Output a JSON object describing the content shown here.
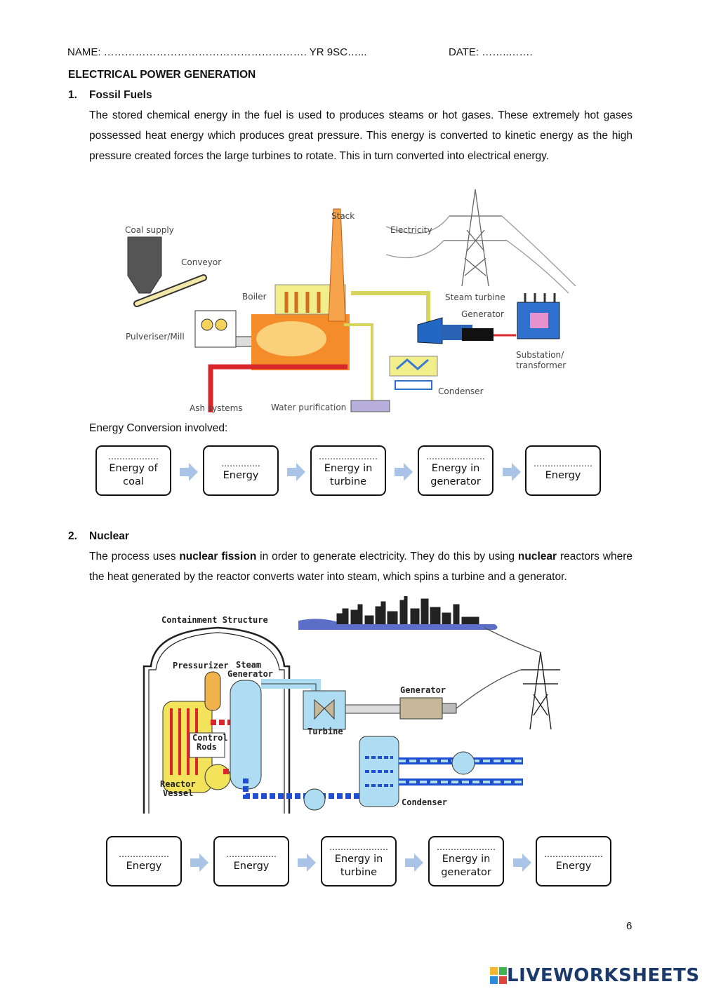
{
  "header": {
    "name": "NAME: …………………………………………………. YR 9SC…...",
    "date": "DATE: ……..……."
  },
  "title": "ELECTRICAL POWER GENERATION",
  "section1": {
    "number": "1.",
    "heading": "Fossil Fuels",
    "text": "The stored chemical energy in the fuel is used to produces steams or hot gases. These extremely hot gases possessed heat energy which produces great pressure. This energy is converted to kinetic energy as the high pressure created forces the large turbines to rotate. This in turn converted into electrical energy.",
    "diagram_labels": {
      "coal_supply": "Coal supply",
      "conveyor": "Conveyor",
      "stack": "Stack",
      "electricity": "Electricity",
      "boiler": "Boiler",
      "steam_turbine": "Steam turbine",
      "generator": "Generator",
      "pulveriser": "Pulveriser/Mill",
      "substation": "Substation/",
      "transformer": "transformer",
      "condenser": "Condenser",
      "ash_systems": "Ash systems",
      "water_purification": "Water purification"
    },
    "conversion_label": "Energy Conversion involved:",
    "boxes": [
      {
        "dots": "………………",
        "line1": "Energy of",
        "line2": "coal"
      },
      {
        "dots": "…………..",
        "line1": "Energy",
        "line2": ""
      },
      {
        "dots": "…………………",
        "line1": "Energy in",
        "line2": "turbine"
      },
      {
        "dots": "…………………",
        "line1": "Energy in",
        "line2": "generator"
      },
      {
        "dots": "…………………",
        "line1": "Energy",
        "line2": ""
      }
    ]
  },
  "section2": {
    "number": "2.",
    "heading": "Nuclear",
    "text_parts": {
      "a": "The process uses ",
      "b": "nuclear fission",
      "c": " in order to generate electricity. They do this by using ",
      "d": "nuclear",
      "e": " reactors where the heat generated by the reactor converts water into steam, which spins a turbine and a generator."
    },
    "diagram_labels": {
      "containment": "Containment Structure",
      "pressurizer": "Pressurizer",
      "steam": "Steam",
      "generator_sg": "Generator",
      "generator": "Generator",
      "turbine": "Turbine",
      "control": "Control",
      "rods": "Rods",
      "reactor": "Reactor",
      "vessel": "Vessel",
      "condenser": "Condenser"
    },
    "boxes": [
      {
        "dots": "………………",
        "line1": "Energy",
        "line2": ""
      },
      {
        "dots": "………………",
        "line1": "Energy",
        "line2": ""
      },
      {
        "dots": "…………………",
        "line1": "Energy in",
        "line2": "turbine"
      },
      {
        "dots": "…………………",
        "line1": "Energy in",
        "line2": "generator"
      },
      {
        "dots": "…………………",
        "line1": "Energy",
        "line2": ""
      }
    ]
  },
  "page_number": "6",
  "footer_logo": "LIVEWORKSHEETS",
  "colors": {
    "arrow": "#a9c4e6",
    "accent_blue": "#1b3a6b"
  }
}
